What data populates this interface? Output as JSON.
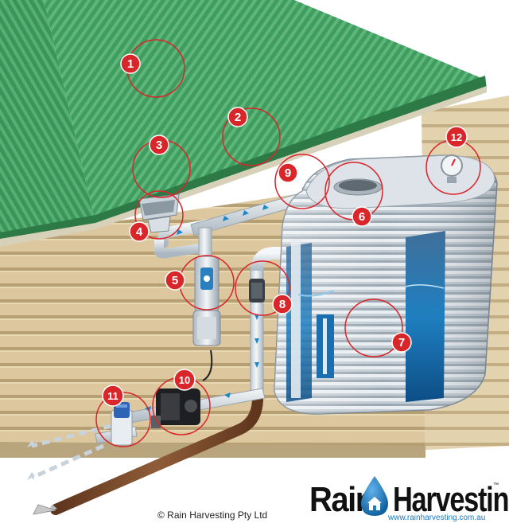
{
  "labels": [
    {
      "num": "1"
    },
    {
      "num": "2"
    },
    {
      "num": "3"
    },
    {
      "num": "4"
    },
    {
      "num": "5"
    },
    {
      "num": "6"
    },
    {
      "num": "7"
    },
    {
      "num": "8"
    },
    {
      "num": "9"
    },
    {
      "num": "10"
    },
    {
      "num": "11"
    },
    {
      "num": "12"
    }
  ],
  "footer": {
    "copyright": "© Rain Harvesting Pty Ltd"
  },
  "brand": {
    "name_part1": "Rain",
    "name_part2": "Harvesting",
    "trademark": "™",
    "url": "www.rainharvesting.com.au",
    "logo_icon": "water-drop-house-icon"
  },
  "colors": {
    "roof": "#3d9a5c",
    "wall": "#d9c49a",
    "tank": "#b8c4cc",
    "pipe": "#dfe6ec",
    "downpipe": "#7a4b2c",
    "water_flow": "#1c88c7",
    "label_red": "#d8262b",
    "brand_blue": "#1a7bc2"
  }
}
